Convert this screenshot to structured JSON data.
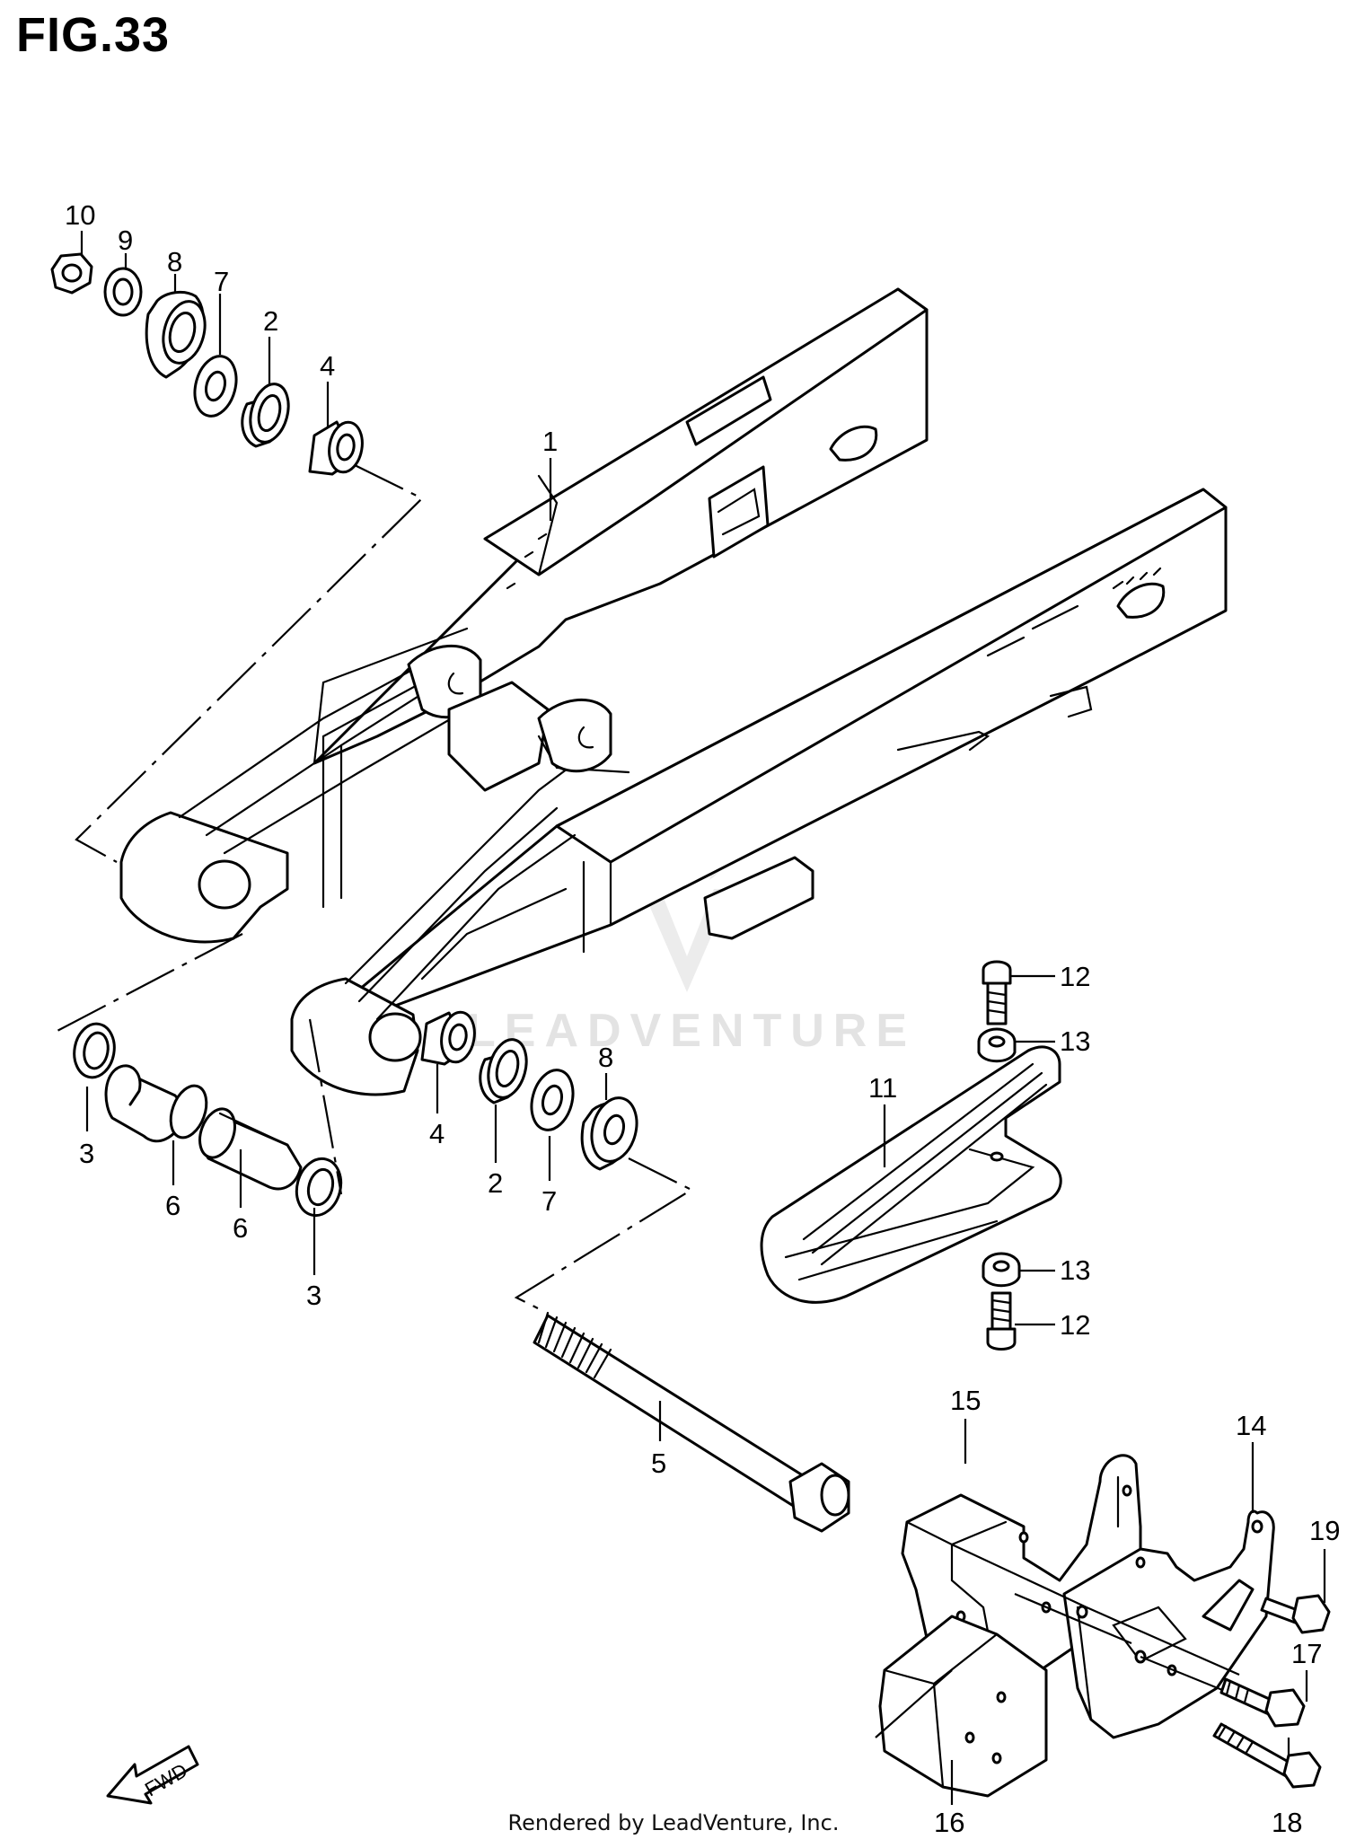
{
  "figure": {
    "title": "FIG.33"
  },
  "callouts": {
    "c1": "1",
    "c2a": "2",
    "c2b": "2",
    "c3a": "3",
    "c3b": "3",
    "c4a": "4",
    "c4b": "4",
    "c5": "5",
    "c6a": "6",
    "c6b": "6",
    "c7a": "7",
    "c7b": "7",
    "c8a": "8",
    "c8b": "8",
    "c9": "9",
    "c10": "10",
    "c11": "11",
    "c12a": "12",
    "c12b": "12",
    "c13a": "13",
    "c13b": "13",
    "c14": "14",
    "c15": "15",
    "c16": "16",
    "c17": "17",
    "c18": "18",
    "c19": "19"
  },
  "direction_marker": {
    "label": "FWD",
    "icon": "fwd-arrow-icon"
  },
  "watermark": {
    "text": "LEADVENTURE",
    "icon": "leadventure-flame-logo"
  },
  "footer": {
    "credit": "Rendered by LeadVenture, Inc."
  }
}
